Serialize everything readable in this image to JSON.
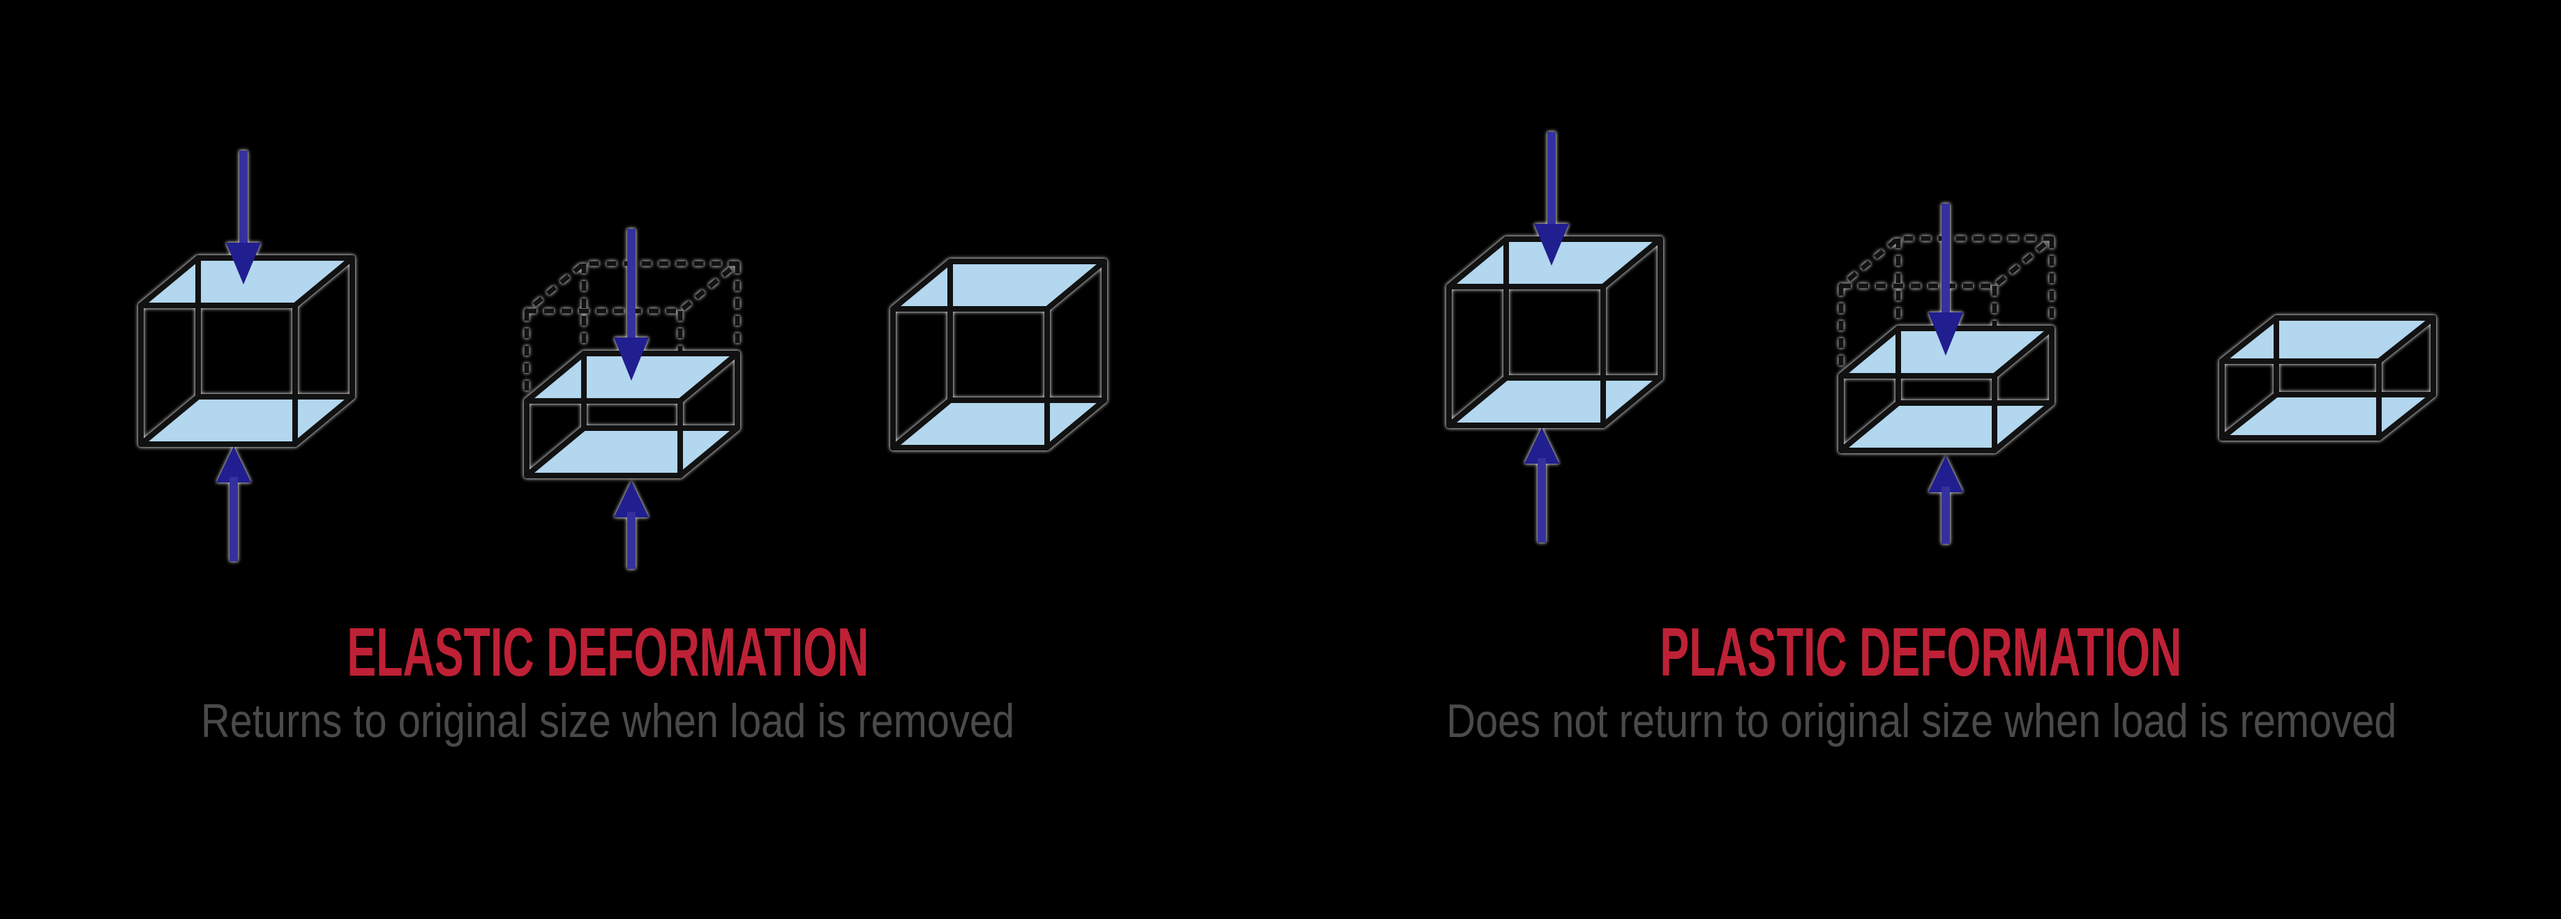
{
  "colors": {
    "background": "#000000",
    "title_red": "#be2136",
    "subtitle_gray": "#4a4a4a",
    "cube_outline": "#111111",
    "cube_face_blue": "#b2d7ee",
    "arrow_shaft_blue": "#34319f",
    "arrow_head_blue": "#211e90",
    "halo_white": "#ffffff"
  },
  "panels": [
    {
      "title": "ELASTIC DEFORMATION",
      "subtitle": "Returns to original size when load is removed",
      "figures": [
        {
          "name": "cube-under-load"
        },
        {
          "name": "compressed-cube-with-dashed-original-outline"
        },
        {
          "name": "cube-returned-to-original-size"
        }
      ]
    },
    {
      "title": "PLASTIC DEFORMATION",
      "subtitle": "Does not return to original size when load is removed",
      "figures": [
        {
          "name": "cube-under-load"
        },
        {
          "name": "compressed-cube-with-dashed-original-outline"
        },
        {
          "name": "permanently-flattened-cube"
        }
      ]
    }
  ]
}
